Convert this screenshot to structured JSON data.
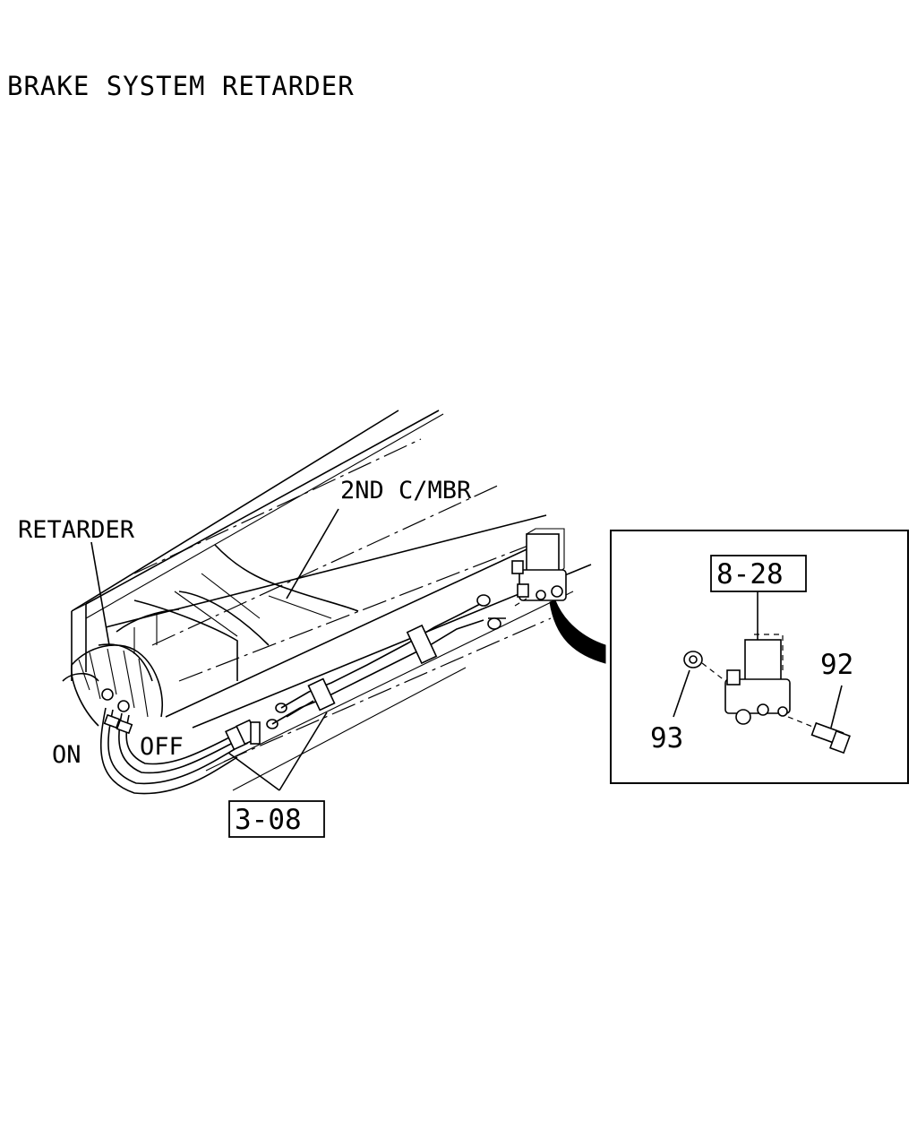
{
  "title": "BRAKE SYSTEM RETARDER",
  "labels": {
    "retarder": "RETARDER",
    "cross_member": "2ND C/MBR",
    "on": "ON",
    "off": "OFF",
    "ref_pipes": "3-08",
    "ref_valve": "8-28",
    "part_92": "92",
    "part_93": "93"
  }
}
